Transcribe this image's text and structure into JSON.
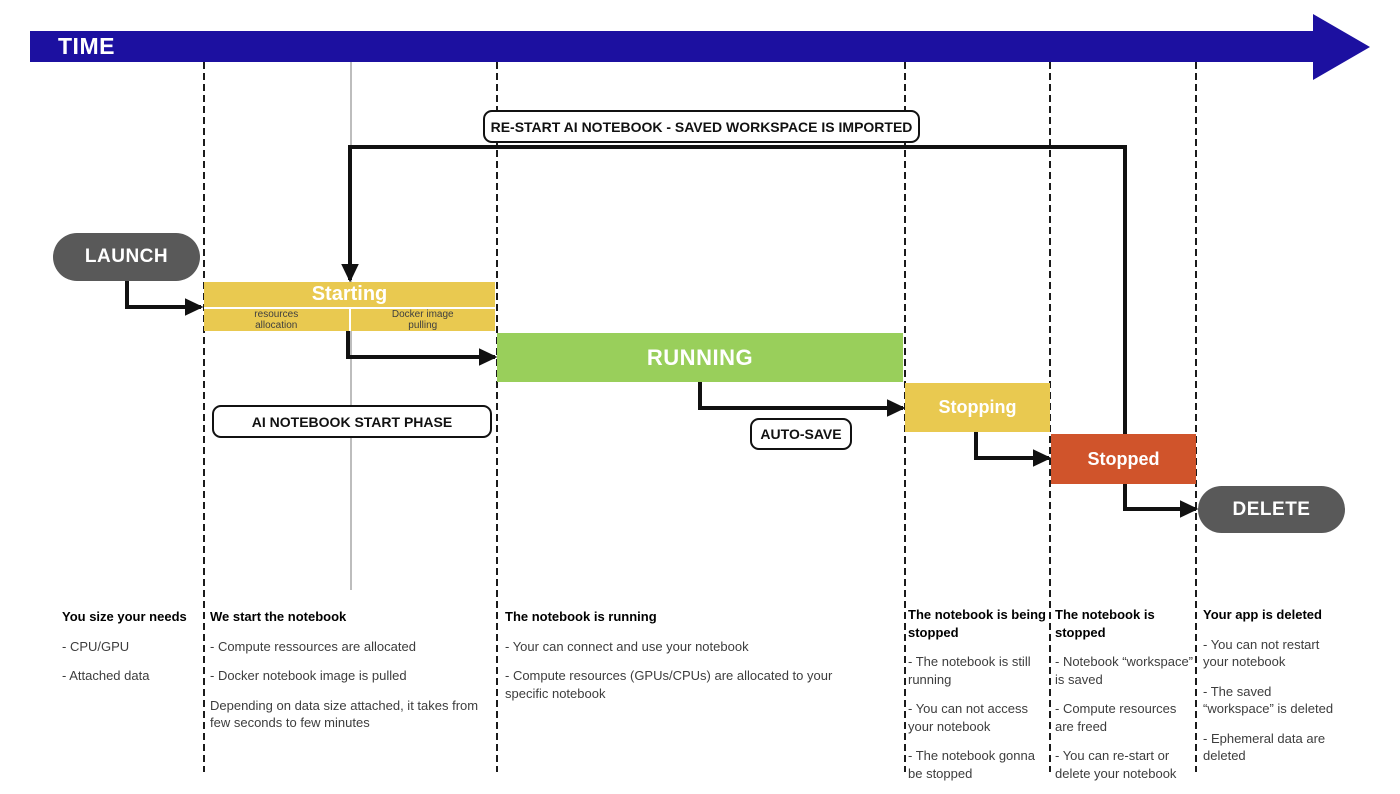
{
  "timeline": {
    "label": "TIME"
  },
  "colors": {
    "timeline_blue": "#1C10A0",
    "phase_yellow": "#E9C950",
    "phase_green": "#99CF5B",
    "phase_orange": "#D0542B",
    "pill_gray": "#595959"
  },
  "banner": {
    "restart": "RE-START AI NOTEBOOK - SAVED WORKSPACE IS IMPORTED"
  },
  "nodes": {
    "launch": {
      "label": "LAUNCH"
    },
    "starting": {
      "label": "Starting",
      "sub_left": "resources\nallocation",
      "sub_right": "Docker image\npulling"
    },
    "running": {
      "label": "RUNNING"
    },
    "stopping": {
      "label": "Stopping"
    },
    "stopped": {
      "label": "Stopped"
    },
    "delete": {
      "label": "DELETE"
    }
  },
  "callouts": {
    "start_phase": "AI NOTEBOOK START PHASE",
    "auto_save": "AUTO-SAVE"
  },
  "columns": [
    {
      "title": "You size your needs",
      "items": [
        "- CPU/GPU",
        "- Attached data"
      ]
    },
    {
      "title": "We start the notebook",
      "items": [
        "- Compute ressources are allocated",
        "- Docker notebook image is pulled",
        "Depending on data size attached, it takes from few seconds to few minutes"
      ]
    },
    {
      "title": "The notebook is running",
      "items": [
        "- Your can connect and use your notebook",
        "- Compute resources (GPUs/CPUs) are allocated to your specific notebook"
      ]
    },
    {
      "title": "The notebook is being stopped",
      "items": [
        "- The notebook is still running",
        "- You can not access your notebook",
        "- The notebook gonna be stopped"
      ]
    },
    {
      "title": "The notebook is stopped",
      "items": [
        "- Notebook “workspace” is saved",
        "- Compute resources are freed",
        "- You can re-start or delete your notebook"
      ]
    },
    {
      "title": "Your app is deleted",
      "items": [
        "- You can not restart your notebook",
        "- The saved “workspace” is deleted",
        "- Ephemeral data are deleted"
      ]
    }
  ]
}
